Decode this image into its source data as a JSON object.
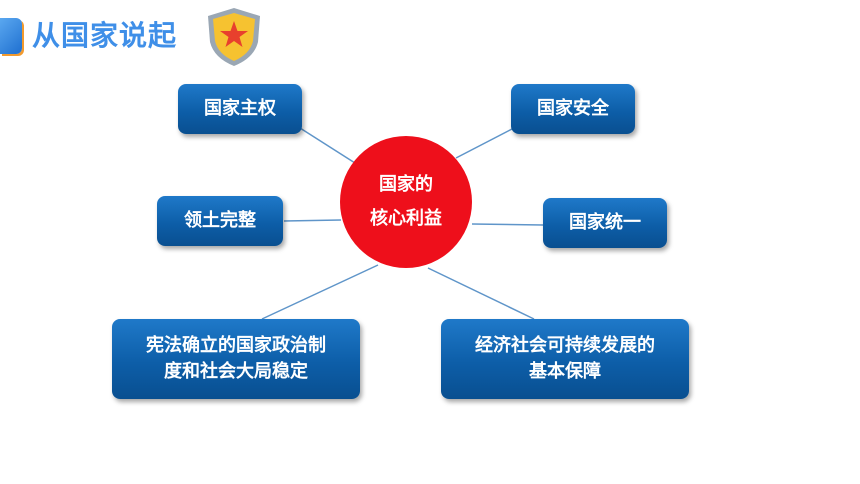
{
  "header": {
    "title": "从国家说起"
  },
  "center": {
    "line1": "国家的",
    "line2": "核心利益"
  },
  "nodes": {
    "sovereignty": "国家主权",
    "security": "国家安全",
    "territory": "领土完整",
    "unification": "国家统一",
    "constitution_line1": "宪法确立的国家政治制",
    "constitution_line2": "度和社会大局稳定",
    "economy_line1": "经济社会可持续发展的",
    "economy_line2": "基本保障"
  },
  "colors": {
    "node_blue": "#0d5ea8",
    "center_red": "#ee0f1b",
    "title_blue": "#3f8fe8",
    "link": "#5f95c9"
  },
  "icons": [
    "shield-star-icon"
  ]
}
